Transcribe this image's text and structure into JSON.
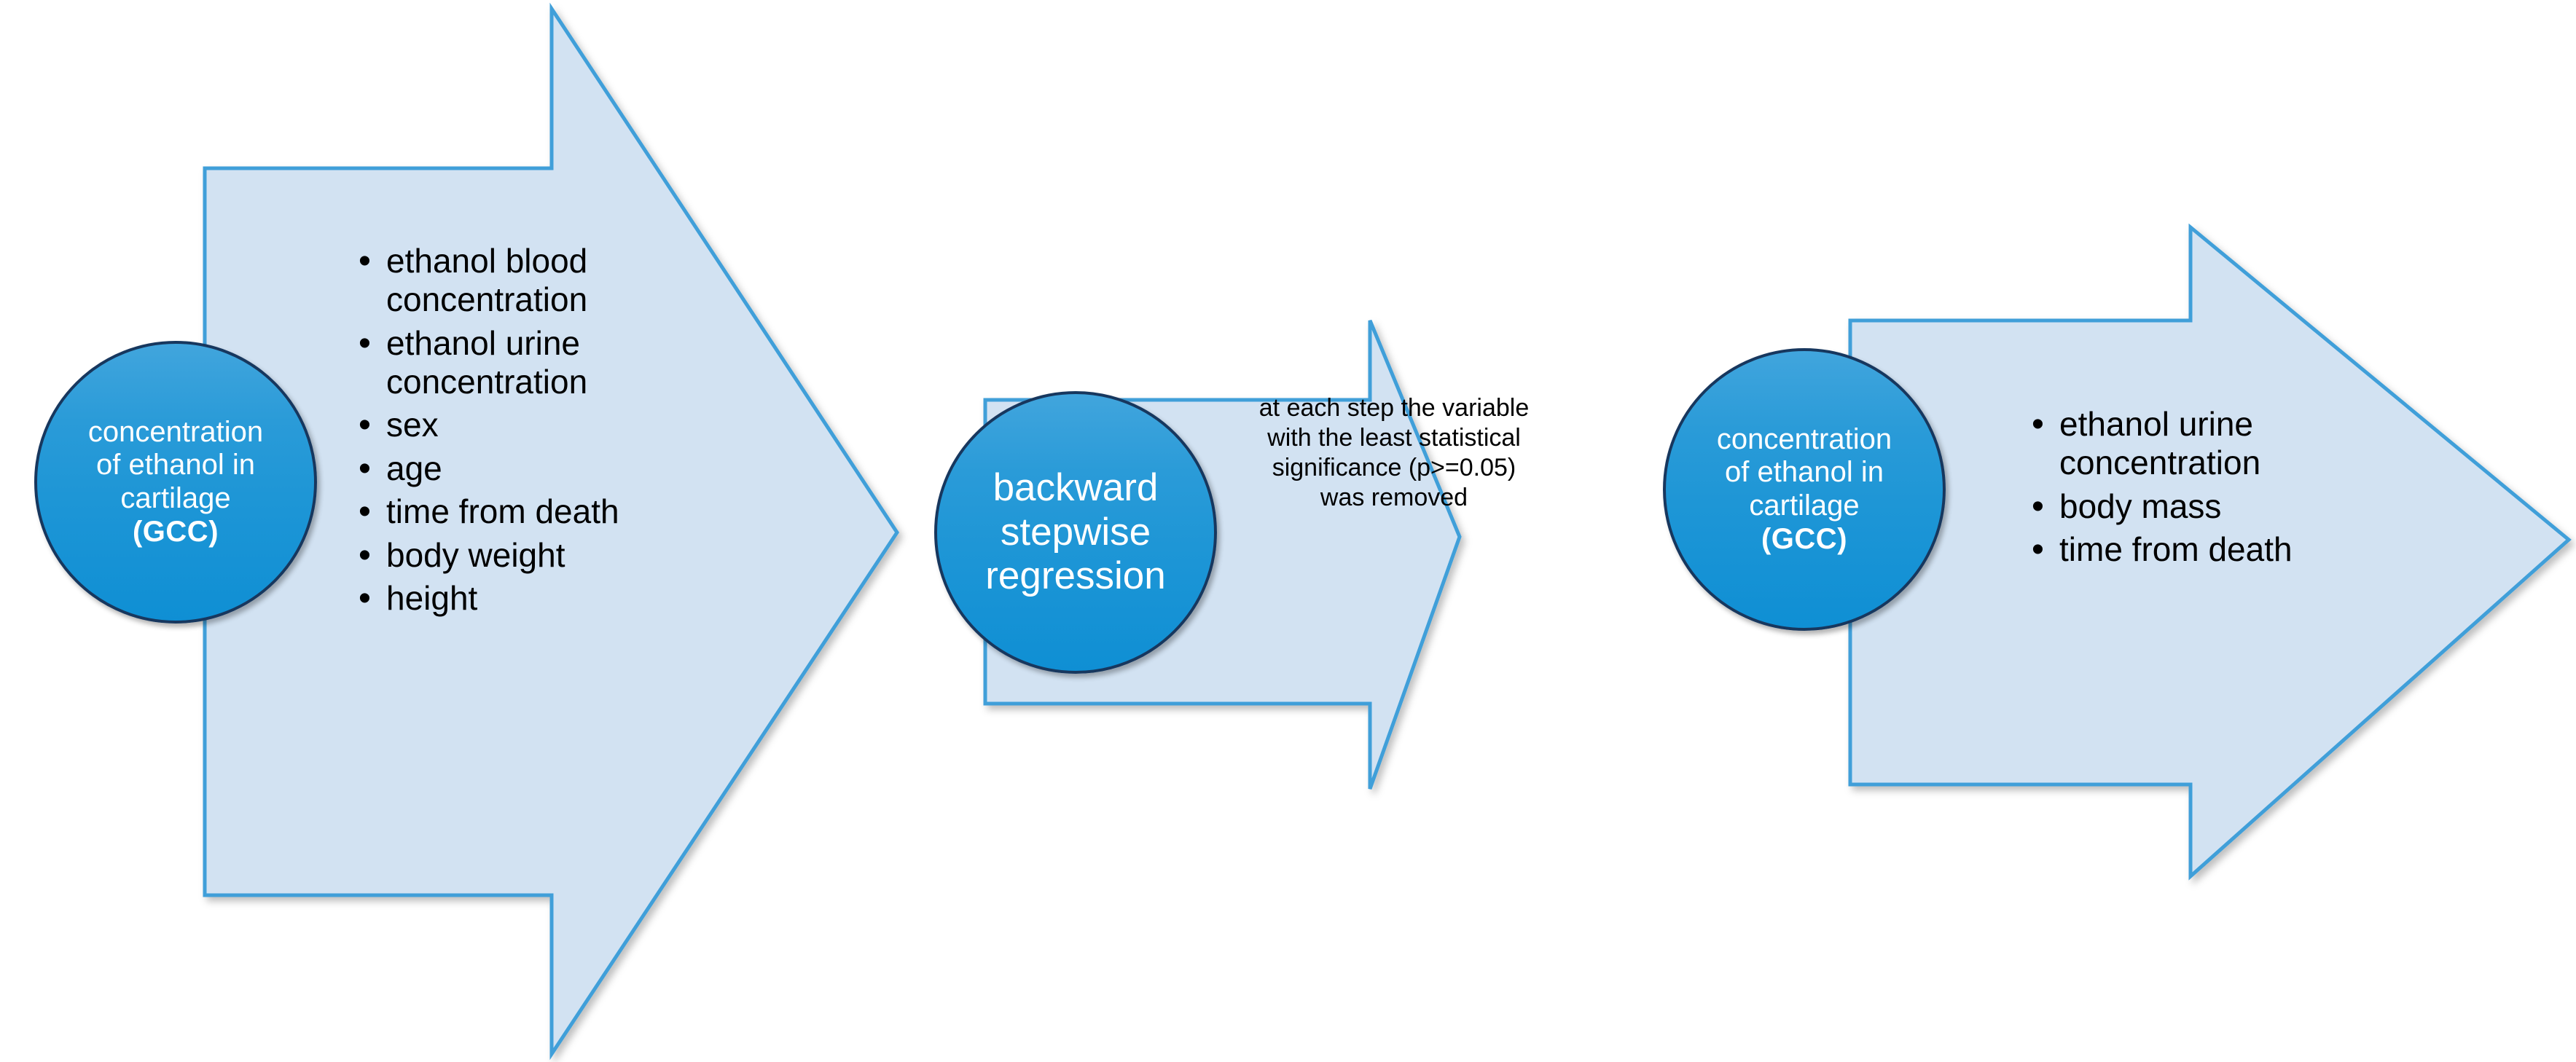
{
  "diagram": {
    "type": "flow-diagram",
    "title": "",
    "colors": {
      "arrow_fill": "#d2e2f2",
      "arrow_stroke": "#3f9fd9",
      "circle_fill_top": "#41a5dd",
      "circle_fill_bottom": "#0f8fd4",
      "circle_border": "#17375e",
      "text_dark": "#000000",
      "text_light": "#ffffff"
    }
  },
  "stage1": {
    "node": {
      "line1": "concentration",
      "line2": "of ethanol in",
      "line3": "cartilage",
      "line4": "(GCC)"
    },
    "arrow_label": "",
    "items": [
      "ethanol blood concentration",
      "ethanol urine concentration",
      "sex",
      "age",
      "time from death",
      "body weight",
      "height"
    ]
  },
  "stage2": {
    "node": {
      "line1": "backward",
      "line2": "stepwise",
      "line3": "regression"
    },
    "arrow_note": "at each step the variable with the least statistical significance (p>=0.05) was removed"
  },
  "stage3": {
    "node": {
      "line1": "concentration",
      "line2": "of ethanol in",
      "line3": "cartilage",
      "line4": "(GCC)"
    },
    "items": [
      "ethanol urine concentration",
      "body mass",
      "time from death"
    ]
  }
}
